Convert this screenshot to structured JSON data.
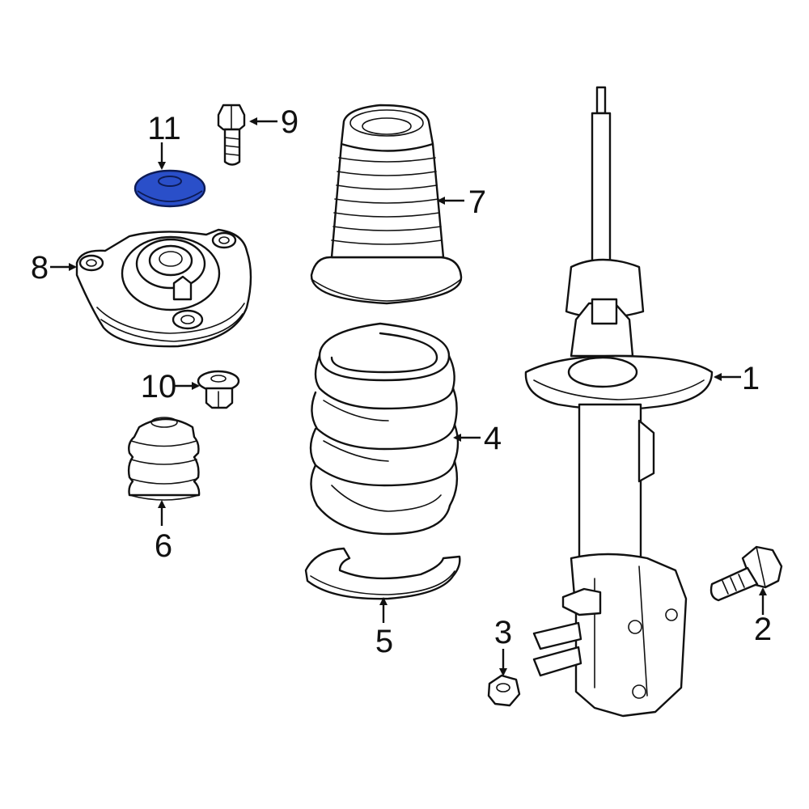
{
  "colors": {
    "line": "#111111",
    "highlight": "#2a4fc9",
    "highlight_stroke": "#0d1b55",
    "background": "#ffffff"
  },
  "highlighted_part": "11",
  "callouts": {
    "c1": "1",
    "c2": "2",
    "c3": "3",
    "c4": "4",
    "c5": "5",
    "c6": "6",
    "c7": "7",
    "c8": "8",
    "c9": "9",
    "c10": "10",
    "c11": "11"
  }
}
